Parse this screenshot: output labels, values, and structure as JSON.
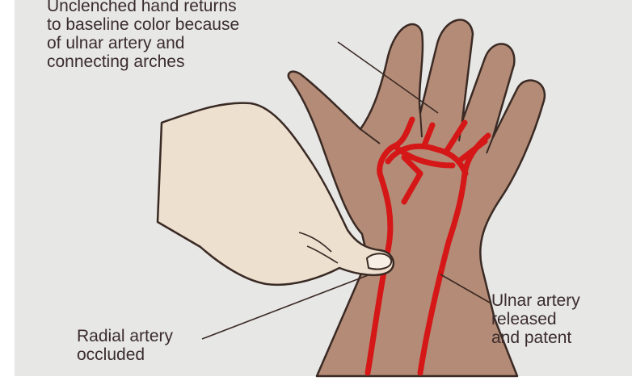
{
  "colors": {
    "background": "#e7e7e6",
    "patient_skin": "#b48b76",
    "examiner_skin": "#ede0cf",
    "outline": "#3a2a24",
    "artery": "#d51717"
  },
  "labels": {
    "top": "Unclenched hand returns\nto baseline color because\nof ulnar artery and\nconnecting arches",
    "radial": "Radial artery\noccluded",
    "ulnar": "Ulnar artery\nreleased\nand patent"
  }
}
